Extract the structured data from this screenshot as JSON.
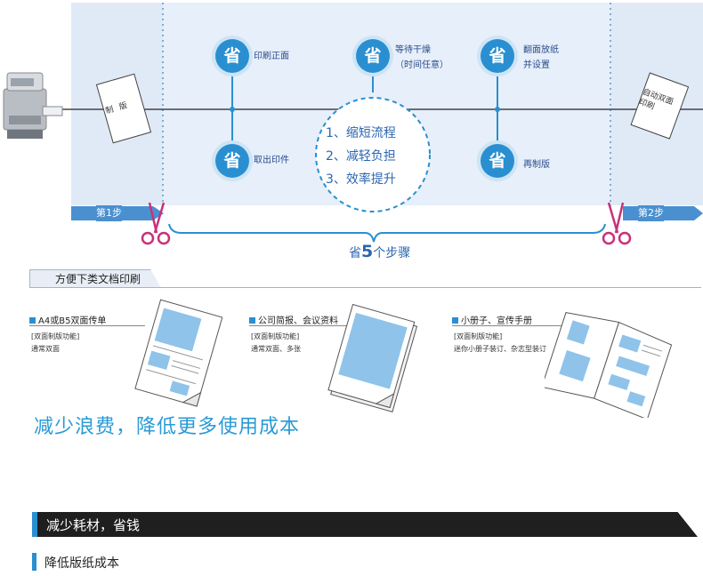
{
  "flow": {
    "center_items": [
      "1、缩短流程",
      "2、减轻负担",
      "3、效率提升"
    ],
    "nodes": [
      {
        "icon_text": "省",
        "label": "印刷正面"
      },
      {
        "icon_text": "省",
        "label": "取出印件"
      },
      {
        "icon_text": "省",
        "label": "等待干燥",
        "label2": "（时间任意）"
      },
      {
        "icon_text": "省",
        "label": "翻面放纸",
        "label2": "并设置"
      },
      {
        "icon_text": "省",
        "label": "再制版"
      }
    ],
    "left_sheet_text": "制 版",
    "right_sheet_text": "自动双面印刷",
    "step1": "第1步",
    "step2": "第2步",
    "summary_pre": "省",
    "summary_num": "5",
    "summary_post": "个步骤"
  },
  "section": {
    "tab_label": "方便下类文档印刷"
  },
  "docs": [
    {
      "title": "A4或B5双面传单",
      "feature": "[双面制版功能]",
      "detail": "通常双面"
    },
    {
      "title": "公司简报、会议资料",
      "feature": "[双面制版功能]",
      "detail": "通常双面、多张"
    },
    {
      "title": "小册子、宣传手册",
      "feature": "[双面制版功能]",
      "detail": "迷你小册子装订、杂志型装订"
    }
  ],
  "slogan": "减少浪费，降低更多使用成本",
  "bar_title": "减少耗材，省钱",
  "sub_title": "降低版纸成本",
  "colors": {
    "accent": "#2a8fd0",
    "panel": "#e3ecf8",
    "scissors": "#c8317a",
    "dark_bar": "#1f1f1f"
  },
  "icons": [
    "printer-icon",
    "scissors-icon"
  ]
}
